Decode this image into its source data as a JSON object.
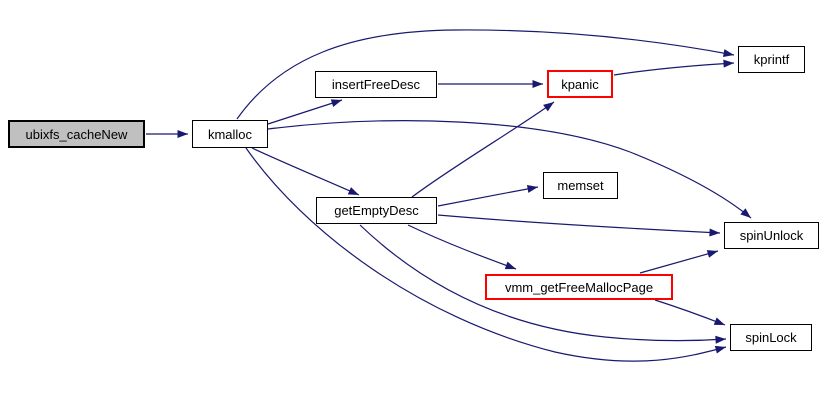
{
  "diagram": {
    "type": "doxygen-call-graph",
    "background_color": "#ffffff",
    "edge_color": "#191970",
    "node_border_color": "#000000",
    "highlight_border_color": "#ff0000",
    "root_fill_color": "#c0c0c0",
    "nodes": [
      {
        "id": "ubixfs_cacheNew",
        "label": "ubixfs_cacheNew",
        "style": "current"
      },
      {
        "id": "kmalloc",
        "label": "kmalloc",
        "style": "normal"
      },
      {
        "id": "insertFreeDesc",
        "label": "insertFreeDesc",
        "style": "normal"
      },
      {
        "id": "kpanic",
        "label": "kpanic",
        "style": "red"
      },
      {
        "id": "kprintf",
        "label": "kprintf",
        "style": "normal"
      },
      {
        "id": "getEmptyDesc",
        "label": "getEmptyDesc",
        "style": "normal"
      },
      {
        "id": "memset",
        "label": "memset",
        "style": "normal"
      },
      {
        "id": "spinUnlock",
        "label": "spinUnlock",
        "style": "normal"
      },
      {
        "id": "vmm_getFreeMallocPage",
        "label": "vmm_getFreeMallocPage",
        "style": "red"
      },
      {
        "id": "spinLock",
        "label": "spinLock",
        "style": "normal"
      }
    ],
    "edges": [
      {
        "from": "ubixfs_cacheNew",
        "to": "kmalloc"
      },
      {
        "from": "kmalloc",
        "to": "insertFreeDesc"
      },
      {
        "from": "kmalloc",
        "to": "kprintf"
      },
      {
        "from": "kmalloc",
        "to": "getEmptyDesc"
      },
      {
        "from": "kmalloc",
        "to": "spinUnlock"
      },
      {
        "from": "kmalloc",
        "to": "spinLock"
      },
      {
        "from": "insertFreeDesc",
        "to": "kpanic"
      },
      {
        "from": "kpanic",
        "to": "kprintf"
      },
      {
        "from": "getEmptyDesc",
        "to": "memset"
      },
      {
        "from": "getEmptyDesc",
        "to": "kpanic"
      },
      {
        "from": "getEmptyDesc",
        "to": "spinUnlock"
      },
      {
        "from": "getEmptyDesc",
        "to": "vmm_getFreeMallocPage"
      },
      {
        "from": "getEmptyDesc",
        "to": "spinLock"
      },
      {
        "from": "vmm_getFreeMallocPage",
        "to": "spinUnlock"
      },
      {
        "from": "vmm_getFreeMallocPage",
        "to": "spinLock"
      }
    ]
  }
}
